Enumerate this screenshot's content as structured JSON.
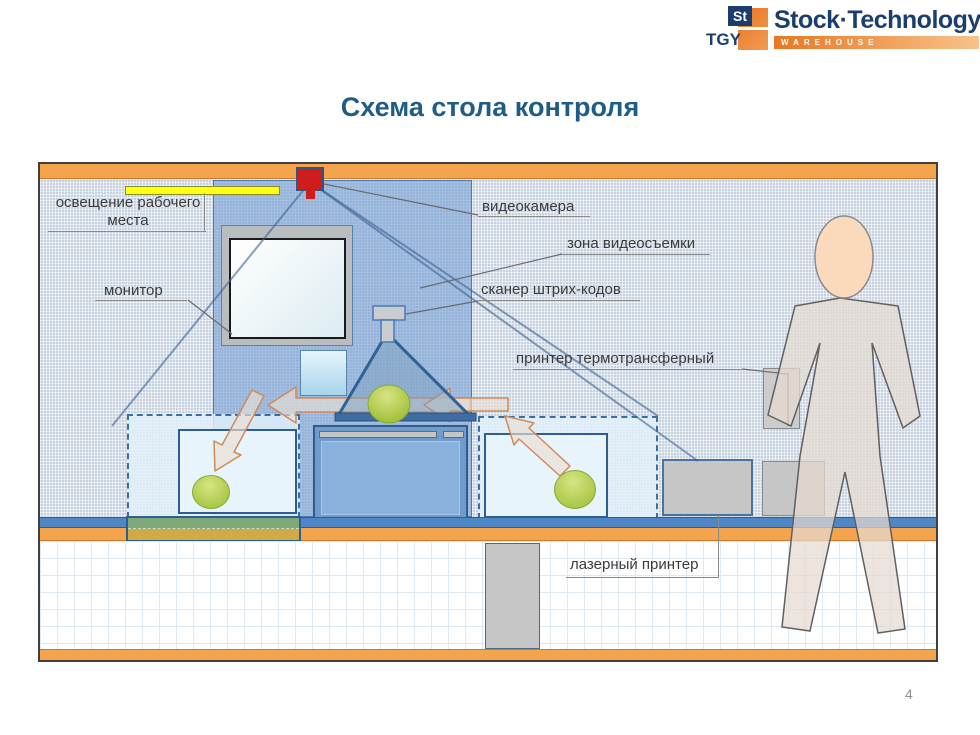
{
  "slide": {
    "title": "Схема стола контроля",
    "page_number": "4"
  },
  "logo": {
    "icon_top": "St",
    "icon_bottom": "TGY",
    "brand": "Stock·Technology",
    "tagline": "WAREHOUSE"
  },
  "labels": {
    "lighting": "освещение рабочего места",
    "camera": "видеокамера",
    "zone": "зона видеосъемки",
    "monitor": "монитор",
    "scanner": "сканер штрих-кодов",
    "thermal_printer": "принтер термотрансферный",
    "laser_printer": "лазерный принтер"
  },
  "colors": {
    "title_blue": "#1f5c87",
    "brand_navy": "#1c3e6e",
    "brand_orange": "#e87722",
    "ceiling_orange": "#f5a44e",
    "wall_blue": "#c7d2e0",
    "zone_blue": "#78a2d5",
    "lamp_yellow": "#ffff14",
    "camera_red": "#cf1d1d",
    "item_green": "#9cbc33",
    "table_blue": "#4f86c6",
    "scale_green": "#7fa878",
    "scale_olive": "#d0ab45"
  }
}
